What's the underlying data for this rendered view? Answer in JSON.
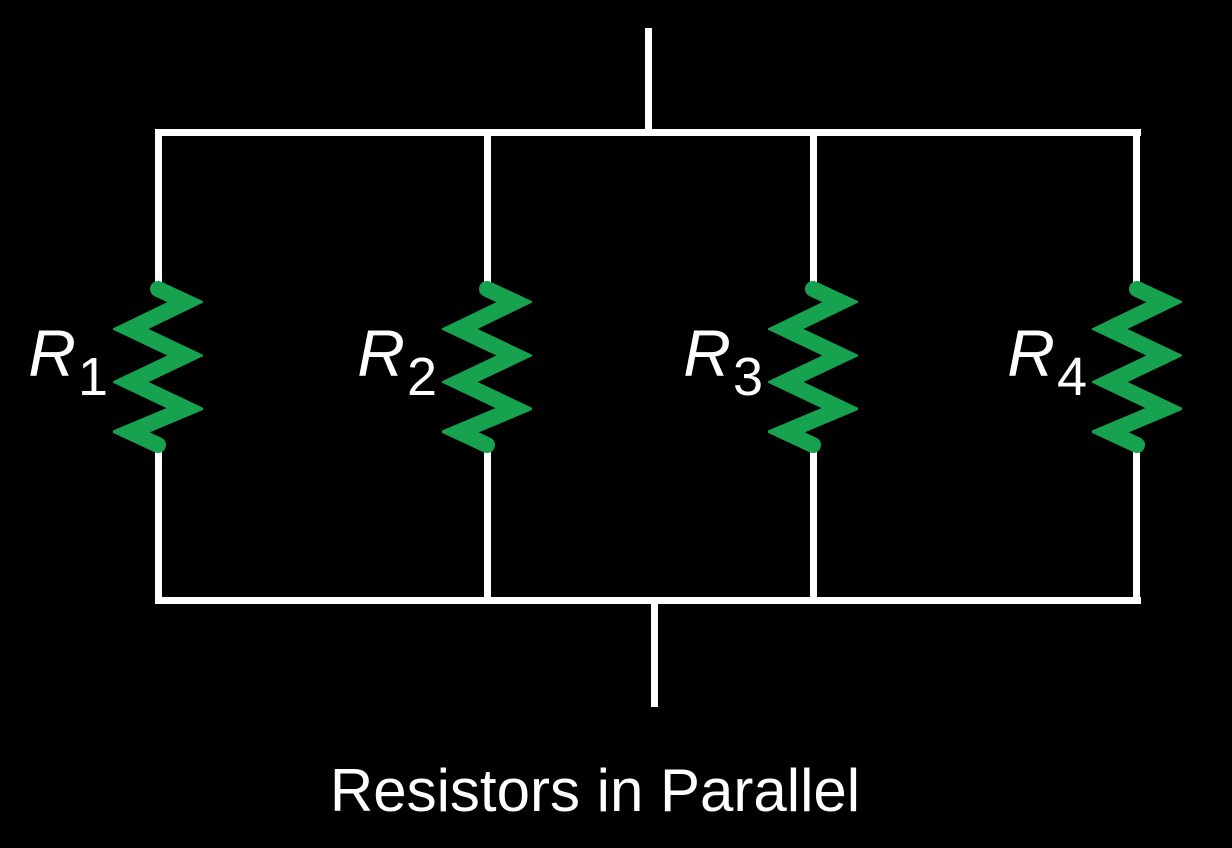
{
  "title": "Resistors in Parallel",
  "colors": {
    "background": "#000000",
    "wire": "#ffffff",
    "resistor": "#17a24f",
    "label": "#ffffff"
  },
  "circuit": {
    "topology": "parallel",
    "branch_count": 4,
    "resistors": [
      {
        "label": "R",
        "subscript": "1"
      },
      {
        "label": "R",
        "subscript": "2"
      },
      {
        "label": "R",
        "subscript": "3"
      },
      {
        "label": "R",
        "subscript": "4"
      }
    ]
  }
}
